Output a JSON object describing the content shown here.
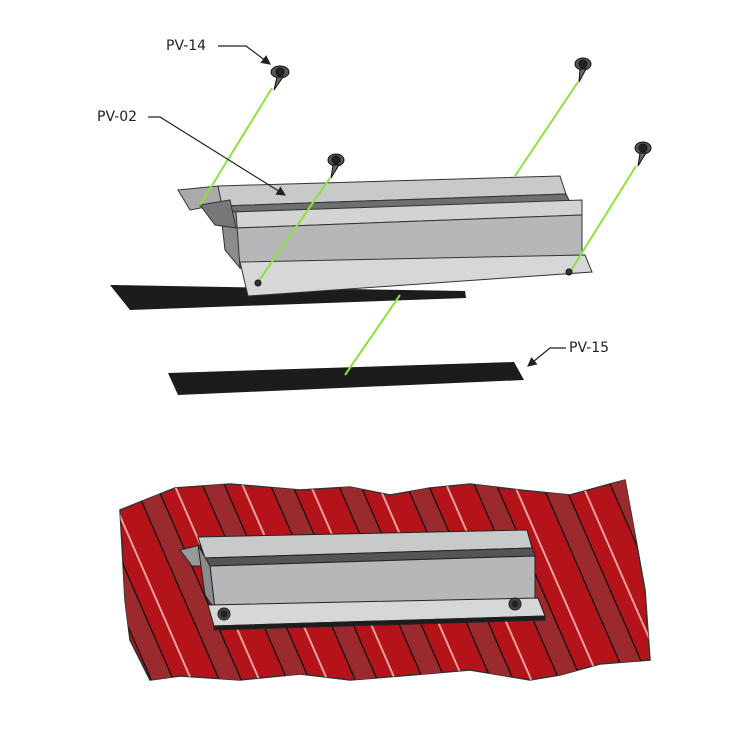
{
  "labels": {
    "screw": "PV-14",
    "rail": "PV-02",
    "gasket": "PV-15"
  },
  "colors": {
    "roof": "#b5131a",
    "roof_rib": "#9a2a2e",
    "rail": "#c4c6c6",
    "gasket": "#1c1c1c",
    "guide": "#8ee23a"
  }
}
